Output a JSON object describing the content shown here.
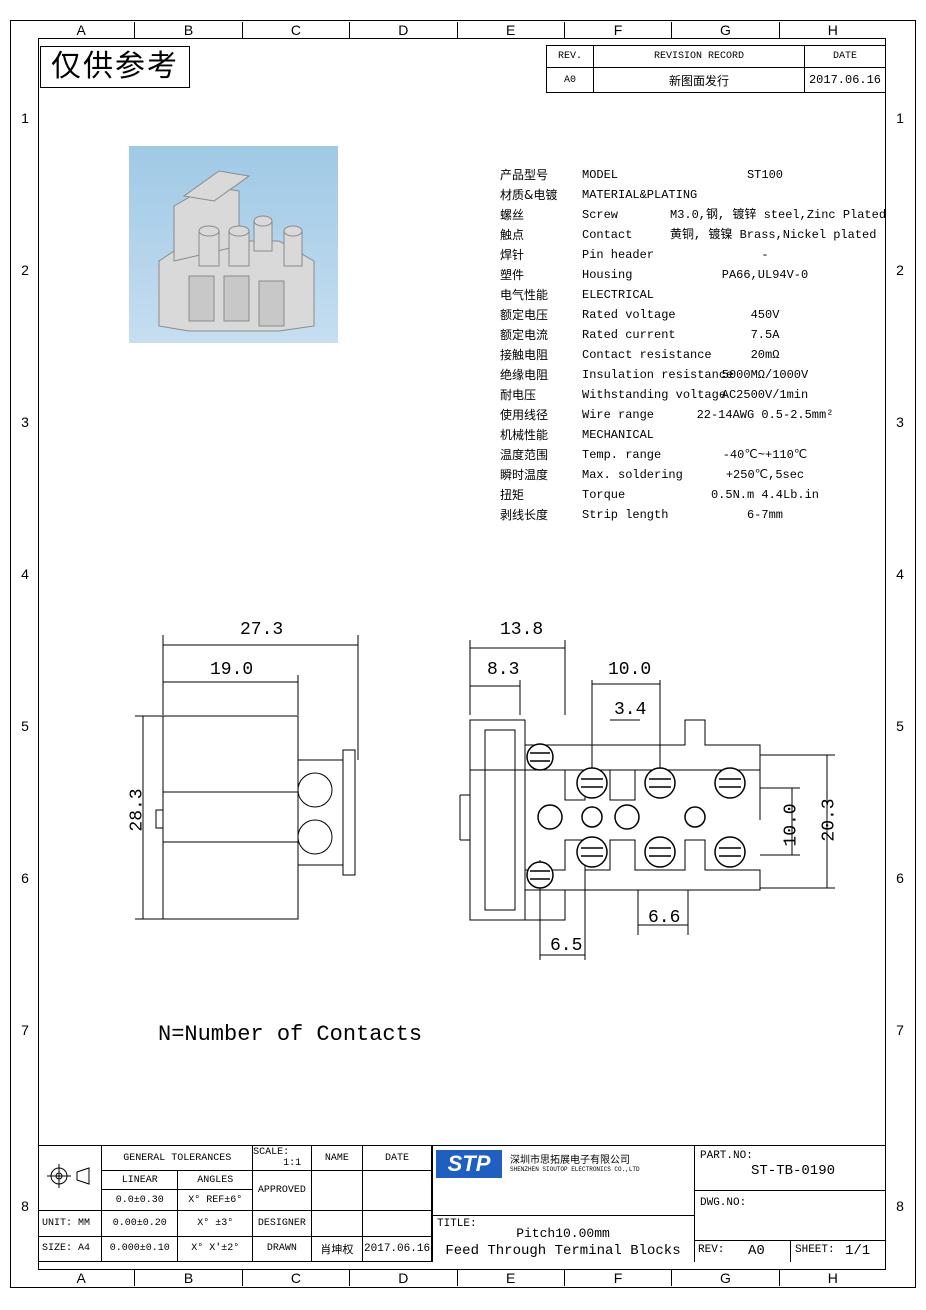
{
  "zones": {
    "cols": [
      "A",
      "B",
      "C",
      "D",
      "E",
      "F",
      "G",
      "H"
    ],
    "rows": [
      "1",
      "2",
      "3",
      "4",
      "5",
      "6",
      "7",
      "8"
    ]
  },
  "stamp": "仅供参考",
  "revision": {
    "h_rev": "REV.",
    "h_record": "REVISION RECORD",
    "h_date": "DATE",
    "rev": "A0",
    "record": "新图面发行",
    "date": "2017.06.16"
  },
  "specs": [
    {
      "cn": "产品型号",
      "en": "MODEL",
      "val": "ST100"
    },
    {
      "cn": "材质&电镀",
      "en": "MATERIAL&PLATING",
      "val": ""
    },
    {
      "cn": "螺丝",
      "en": "Screw",
      "val": "M3.0,钢, 镀锌 steel,Zinc Plated"
    },
    {
      "cn": "触点",
      "en": "Contact",
      "val": "黄铜, 镀镍 Brass,Nickel plated"
    },
    {
      "cn": "焊针",
      "en": "Pin header",
      "val": "-"
    },
    {
      "cn": "塑件",
      "en": "Housing",
      "val": "PA66,UL94V-0"
    },
    {
      "cn": "电气性能",
      "en": "ELECTRICAL",
      "val": ""
    },
    {
      "cn": "额定电压",
      "en": "Rated voltage",
      "val": "450V"
    },
    {
      "cn": "额定电流",
      "en": "Rated current",
      "val": "7.5A"
    },
    {
      "cn": "接触电阻",
      "en": "Contact resistance",
      "val": "20mΩ"
    },
    {
      "cn": "绝缘电阻",
      "en": "Insulation resistance",
      "val": "5000MΩ/1000V"
    },
    {
      "cn": "耐电压",
      "en": "Withstanding voltage",
      "val": "AC2500V/1min"
    },
    {
      "cn": "使用线径",
      "en": "Wire range",
      "val": "22-14AWG 0.5-2.5mm²"
    },
    {
      "cn": "机械性能",
      "en": "MECHANICAL",
      "val": ""
    },
    {
      "cn": "温度范围",
      "en": "Temp. range",
      "val": "-40℃~+110℃"
    },
    {
      "cn": "瞬时温度",
      "en": "Max. soldering",
      "val": "+250℃,5sec"
    },
    {
      "cn": "扭矩",
      "en": "Torque",
      "val": "0.5N.m 4.4Lb.in"
    },
    {
      "cn": "剥线长度",
      "en": "Strip length",
      "val": "6-7mm"
    }
  ],
  "dims": {
    "side_w": "27.3",
    "side_w2": "19.0",
    "side_h": "28.3",
    "front_w": "13.8",
    "front_w2": "8.3",
    "pitch": "10.0",
    "slot": "3.4",
    "front_h": "20.3",
    "inner_h": "10.0",
    "gap": "6.6",
    "offset": "6.5"
  },
  "note": "N=Number of Contacts",
  "title_block": {
    "gen_tol": "GENERAL TOLERANCES",
    "linear": "LINEAR",
    "angles": "ANGLES",
    "l1": "0.0±0.30",
    "a1": "X° REF±6°",
    "l2": "0.00±0.20",
    "a2": "X° ±3°",
    "l3": "0.000±0.10",
    "a3": "X° X'±2°",
    "unit": "UNIT: MM",
    "size": "SIZE: A4",
    "scale_label": "SCALE:",
    "scale": "1:1",
    "name": "NAME",
    "date_h": "DATE",
    "approved": "APPROVED",
    "designer": "DESIGNER",
    "drawn": "DRAWN",
    "drawn_name": "肖坤权",
    "drawn_date": "2017.06.16",
    "company_cn": "深圳市思拓展电子有限公司",
    "company_en": "SHENZHEN SIOUTOP ELECTRONICS CO.,LTD",
    "part_no_label": "PART.NO:",
    "part_no": "ST-TB-0190",
    "dwg_label": "DWG.NO:",
    "title_label": "TITLE:",
    "title1": "Pitch10.00mm",
    "title2": "Feed Through Terminal Blocks",
    "rev_label": "REV:",
    "rev": "A0",
    "sheet_label": "SHEET:",
    "sheet": "1/1"
  }
}
